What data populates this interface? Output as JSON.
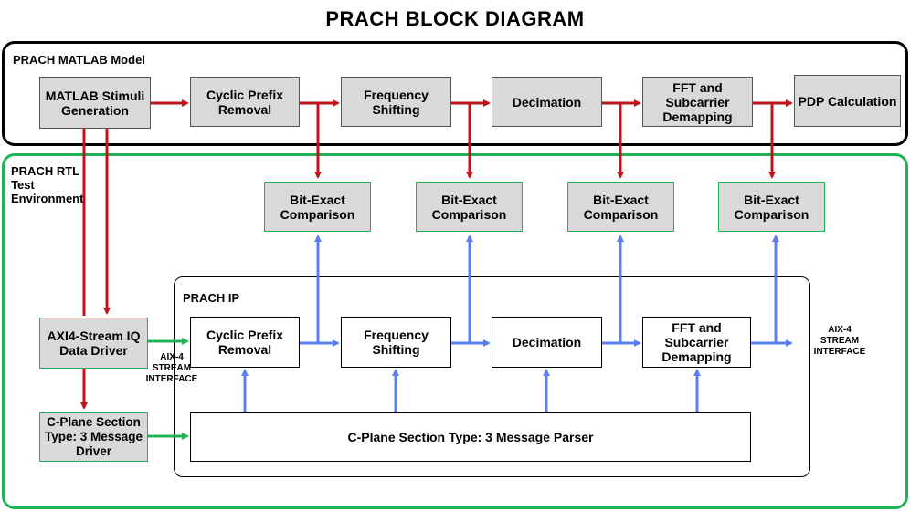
{
  "title": "PRACH BLOCK DIAGRAM",
  "regions": {
    "model_label": "PRACH MATLAB Model",
    "rtl_label": "PRACH RTL Test Environment",
    "ip_label": "PRACH IP"
  },
  "model_blocks": {
    "stimuli": "MATLAB Stimuli Generation",
    "cp_removal": "Cyclic Prefix Removal",
    "freq_shift": "Frequency Shifting",
    "decimation": "Decimation",
    "fft": "FFT and Subcarrier Demapping",
    "pdp": "PDP Calculation"
  },
  "comparison_label": "Bit-Exact Comparison",
  "rtl_drivers": {
    "axi_driver": "AXI4-Stream IQ Data Driver",
    "cplane_driver": "C-Plane Section Type: 3 Message Driver"
  },
  "ip_blocks": {
    "cp_removal": "Cyclic Prefix Removal",
    "freq_shift": "Frequency Shifting",
    "decimation": "Decimation",
    "fft": "FFT and Subcarrier Demapping",
    "parser": "C-Plane Section Type: 3 Message Parser"
  },
  "interfaces": {
    "input": "AIX-4 STREAM INTERFACE",
    "output": "AIX-4 STREAM INTERFACE"
  },
  "colors": {
    "model_arrow": "#c0141c",
    "compare_arrow": "#5b7ff0",
    "driver_arrow": "#20b356",
    "rtl_border": "#20b356"
  }
}
